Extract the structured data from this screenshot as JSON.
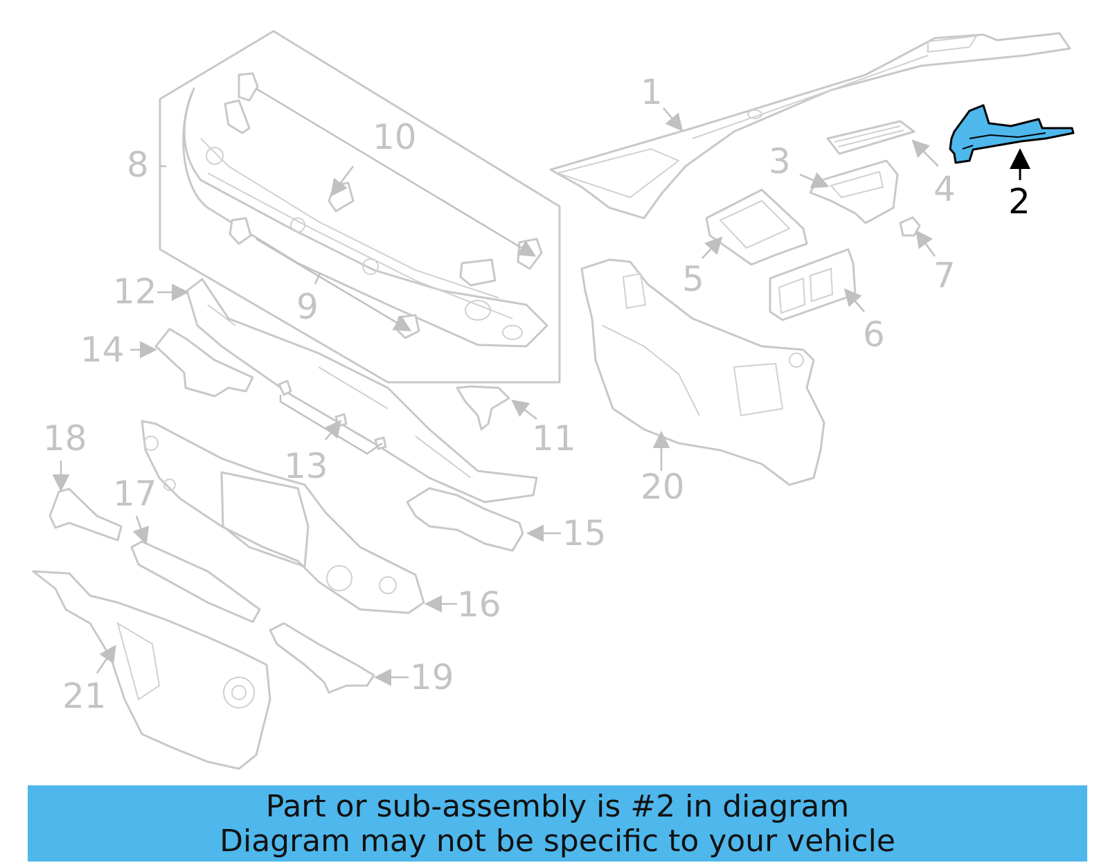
{
  "diagram": {
    "callouts": [
      "1",
      "2",
      "3",
      "4",
      "5",
      "6",
      "7",
      "8",
      "9",
      "10",
      "11",
      "12",
      "13",
      "14",
      "15",
      "16",
      "17",
      "18",
      "19",
      "20",
      "21"
    ],
    "highlighted_part": "2",
    "highlight_color": "#4eb7ec",
    "part_color": "#c8c8c8"
  },
  "banner": {
    "line1": "Part or sub-assembly is #2 in diagram",
    "line2": "Diagram may not be specific to your vehicle",
    "background": "#4eb7ec"
  }
}
